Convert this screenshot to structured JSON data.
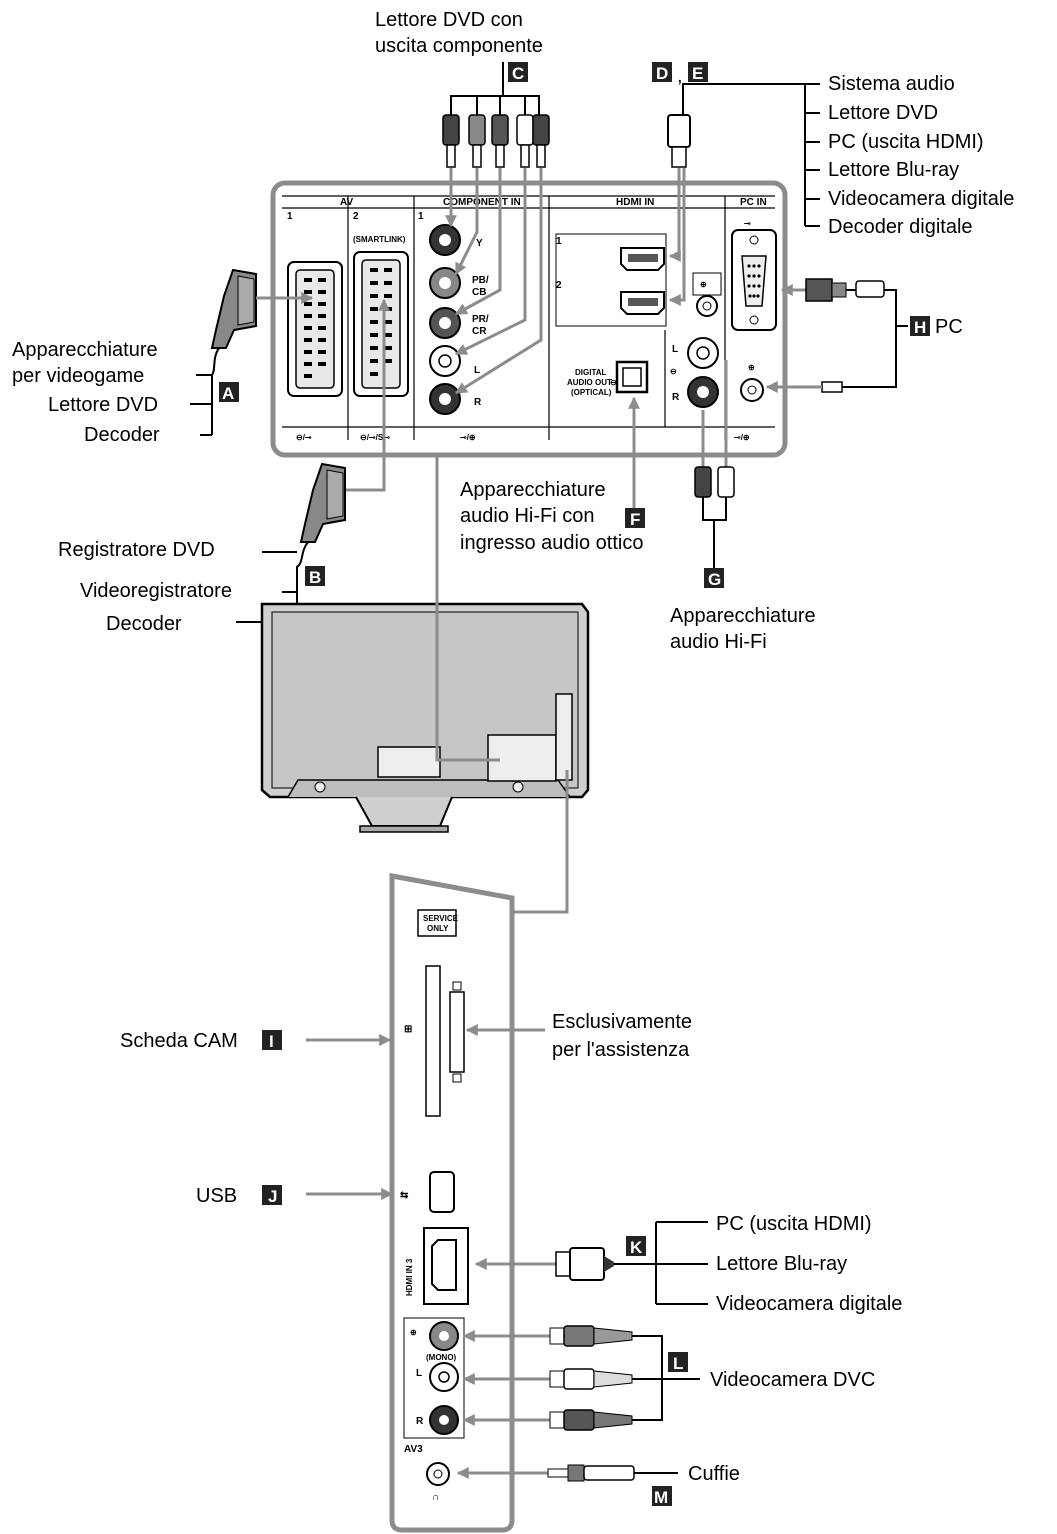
{
  "colors": {
    "cable": "#8c8c8c",
    "badge": "#222222",
    "tv_back": "#cfcfcf",
    "dark": "#333333"
  },
  "top_left_caption": [
    "Lettore DVD con",
    "uscita componente"
  ],
  "panel": {
    "av": "AV",
    "av_1": "1",
    "av_2": "2",
    "smartlink": "(SMARTLINK)",
    "component_in": "COMPONENT IN",
    "component_1": "1",
    "y": "Y",
    "pb": "PB/",
    "cb": "CB",
    "pr": "PR/",
    "cr": "CR",
    "l": "L",
    "r": "R",
    "hdmi_in": "HDMI IN",
    "hdmi_1": "1",
    "hdmi_2": "2",
    "digital_audio_out": [
      "DIGITAL",
      "AUDIO OUT"
    ],
    "optical": "(OPTICAL)",
    "pc_in": "PC IN"
  },
  "groups": {
    "A": {
      "badge": "A",
      "items": [
        "Apparecchiature",
        "per videogame",
        "Lettore DVD",
        "Decoder"
      ]
    },
    "B": {
      "badge": "B",
      "items": [
        "Registratore DVD",
        "Videoregistratore",
        "Decoder"
      ]
    },
    "C": {
      "badge": "C"
    },
    "DE": {
      "badge_d": "D",
      "sep": ",",
      "badge_e": "E",
      "items": [
        "Sistema audio",
        "Lettore DVD",
        "PC (uscita HDMI)",
        "Lettore Blu-ray",
        "Videocamera digitale",
        "Decoder digitale"
      ]
    },
    "F": {
      "badge": "F",
      "lines": [
        "Apparecchiature",
        "audio Hi-Fi con",
        "ingresso audio ottico"
      ]
    },
    "G": {
      "badge": "G",
      "lines": [
        "Apparecchiature",
        "audio Hi-Fi"
      ]
    },
    "H": {
      "badge": "H",
      "label": "PC"
    },
    "I": {
      "badge": "I",
      "label": "Scheda CAM"
    },
    "J": {
      "badge": "J",
      "label": "USB"
    },
    "K": {
      "badge": "K",
      "items": [
        "PC (uscita HDMI)",
        "Lettore Blu-ray",
        "Videocamera digitale"
      ]
    },
    "L": {
      "badge": "L",
      "label": "Videocamera DVC"
    },
    "M": {
      "badge": "M",
      "label": "Cuffie"
    }
  },
  "side_panel": {
    "service_only": [
      "SERVICE",
      "ONLY"
    ],
    "service_caption": [
      "Esclusivamente",
      "per l'assistenza"
    ],
    "hdmi_in_3": "HDMI IN 3",
    "mono": "(MONO)",
    "l": "L",
    "r": "R",
    "av3": "AV3"
  }
}
